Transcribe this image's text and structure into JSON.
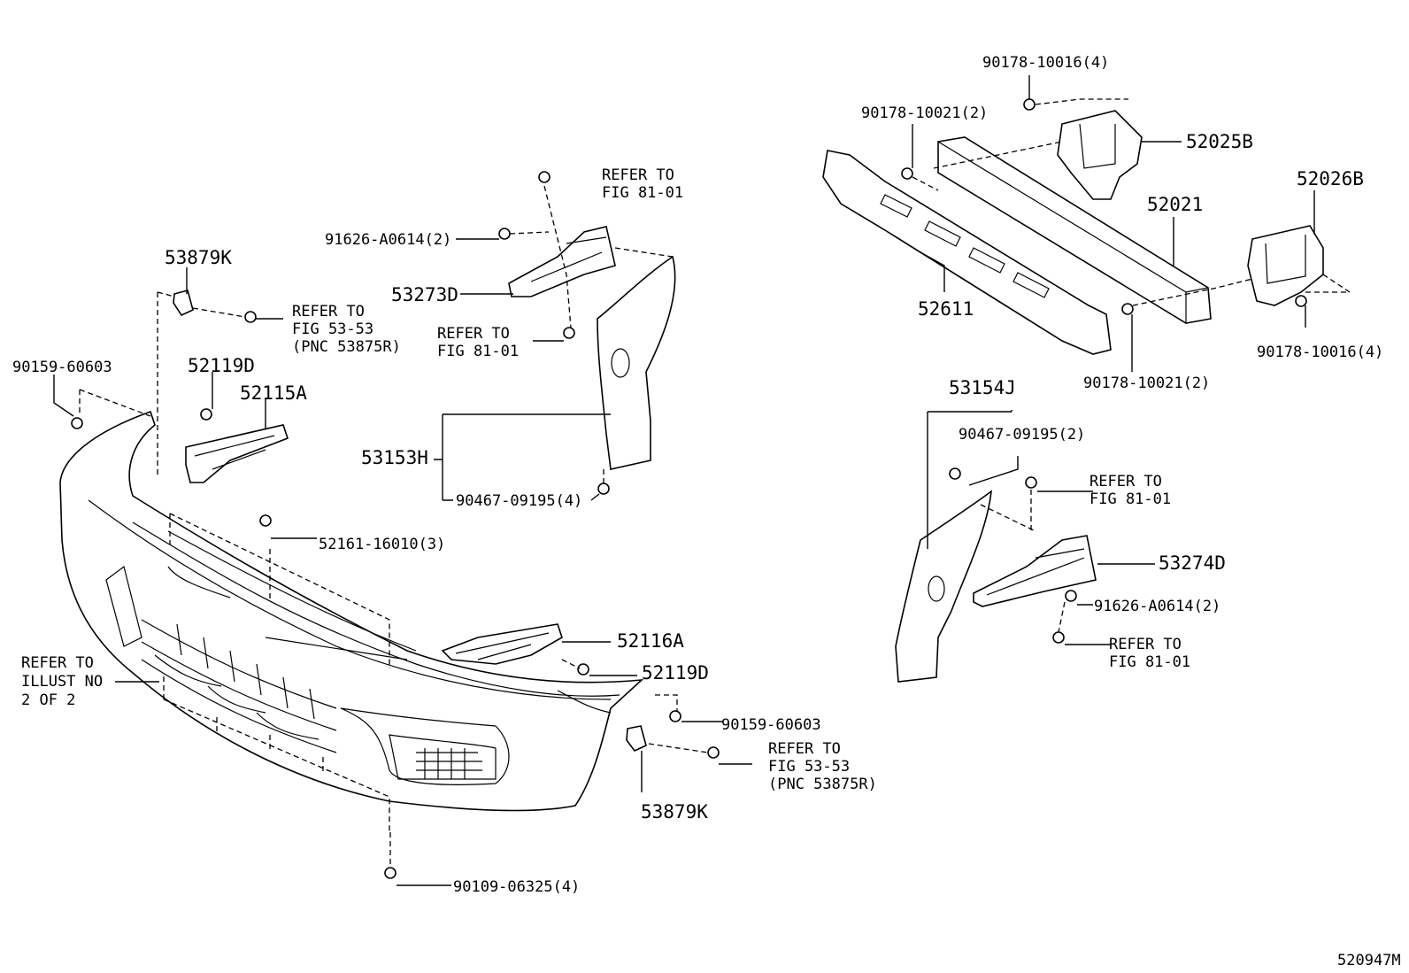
{
  "labels": {
    "p53879k_top": "53879K",
    "p53879k_bottom": "53879K",
    "ref_53_53_a": [
      "REFER TO",
      "FIG 53-53",
      "(PNC 53875R)"
    ],
    "ref_53_53_b": [
      "REFER TO",
      "FIG 53-53",
      "(PNC 53875R)"
    ],
    "p90159_a": "90159-60603",
    "p90159_b": "90159-60603",
    "p52119d_a": "52119D",
    "p52119d_b": "52119D",
    "p52115a": "52115A",
    "p52116a": "52116A",
    "p52161": "52161-16010(3)",
    "ref_illust": [
      "REFER TO",
      "ILLUST NO",
      "2 OF 2"
    ],
    "p90109": "90109-06325(4)",
    "ref_81_01_a": [
      "REFER TO",
      "FIG 81-01"
    ],
    "ref_81_01_b": [
      "REFER TO",
      "FIG 81-01"
    ],
    "ref_81_01_c": [
      "REFER TO",
      "FIG 81-01"
    ],
    "ref_81_01_d": [
      "REFER TO",
      "FIG 81-01"
    ],
    "p91626_a": "91626-A0614(2)",
    "p91626_b": "91626-A0614(2)",
    "p53273d": "53273D",
    "p53274d": "53274D",
    "p53153h": "53153H",
    "p53154j": "53154J",
    "p90467_a": "90467-09195(4)",
    "p90467_b": "90467-09195(2)",
    "p90178_10016_a": "90178-10016(4)",
    "p90178_10016_b": "90178-10016(4)",
    "p90178_10021_a": "90178-10021(2)",
    "p90178_10021_b": "90178-10021(2)",
    "p52025b": "52025B",
    "p52026b": "52026B",
    "p52021": "52021",
    "p52611": "52611",
    "figure_id": "520947M"
  }
}
